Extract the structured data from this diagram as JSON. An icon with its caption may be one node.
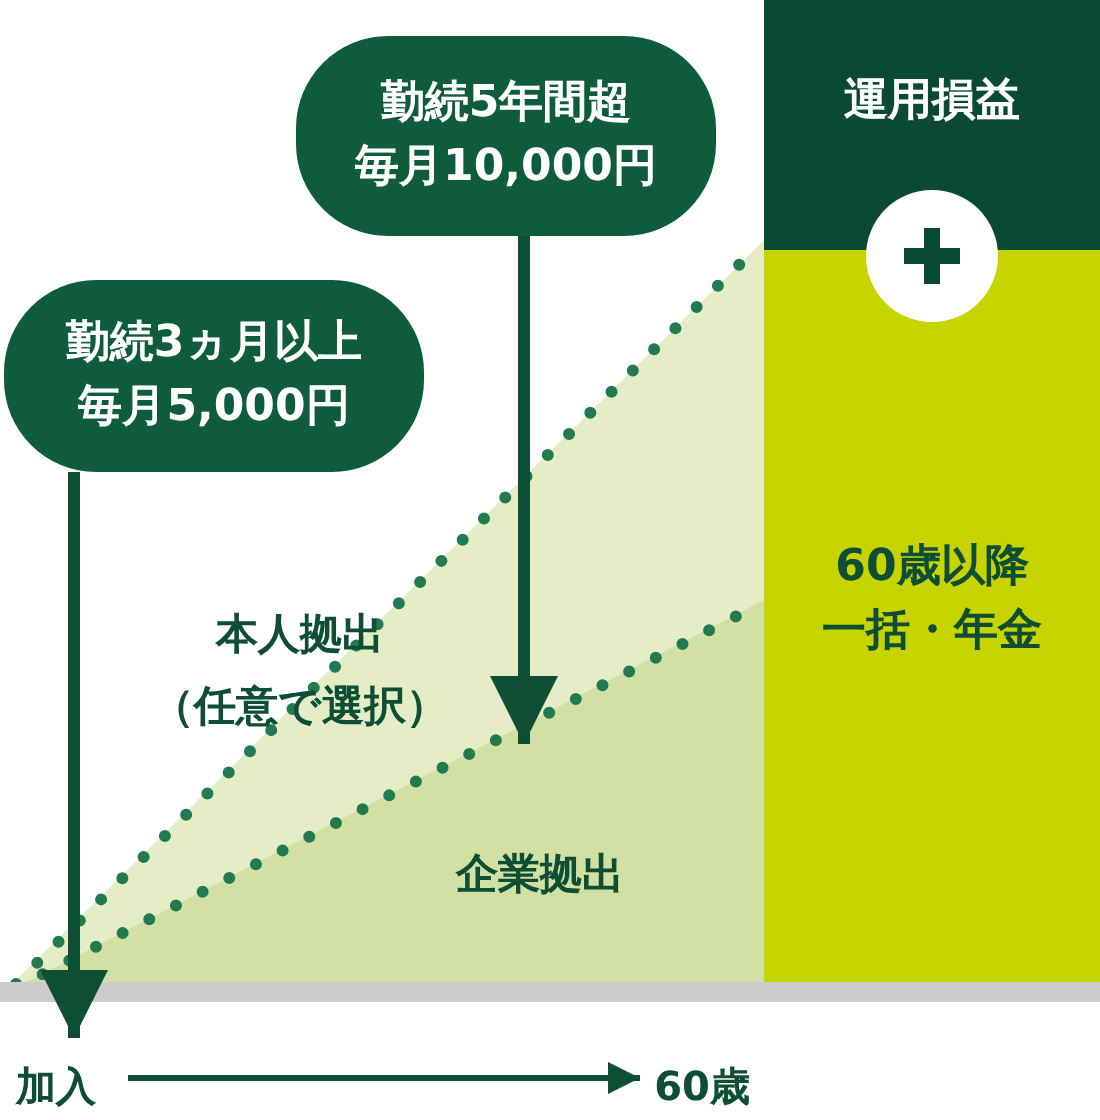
{
  "diagram": {
    "nodes": [
      {
        "text": [
          "勤続5年間超",
          "毎月10,000円"
        ]
      },
      {
        "text": [
          "運用損益"
        ]
      },
      {
        "text": [
          "勤続3ヵ月以上",
          "毎月5,000円"
        ]
      },
      {
        "text": [
          "60歳以降一括・年金"
        ]
      },
      {
        "text": [
          "加入"
        ]
      },
      {
        "text": [
          "60歳"
        ]
      }
    ],
    "edges": [
      {
        "from": 0,
        "to": null,
        "arrow": "to"
      },
      {
        "from": 2,
        "to": 4,
        "arrow": "to"
      },
      {
        "from": 4,
        "to": 5,
        "arrow": "to"
      }
    ],
    "labels": [
      "本人拠出（任意で選択）",
      "企業拠出"
    ]
  }
}
